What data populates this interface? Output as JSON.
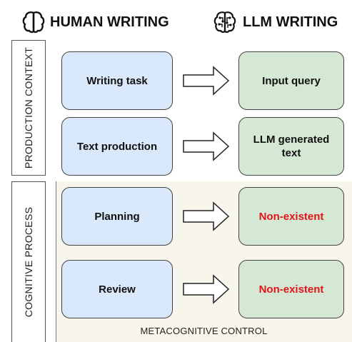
{
  "headers": {
    "human": {
      "label": "HUMAN WRITING",
      "icon": "brain-icon"
    },
    "llm": {
      "label": "LLM WRITING",
      "icon": "circuit-brain-icon"
    }
  },
  "sections": {
    "production": {
      "label": "PRODUCTION CONTEXT"
    },
    "cognitive": {
      "label": "COGNITIVE PROCESS"
    },
    "metacognitive": {
      "label": "METACOGNITIVE CONTROL"
    }
  },
  "rows": [
    {
      "human": "Writing task",
      "llm": "Input query",
      "llm_missing": false
    },
    {
      "human": "Text production",
      "llm": "LLM generated text",
      "llm_missing": false
    },
    {
      "human": "Planning",
      "llm": "Non-existent",
      "llm_missing": true
    },
    {
      "human": "Review",
      "llm": "Non-existent",
      "llm_missing": true
    }
  ],
  "colors": {
    "human_box": "#dae8fc",
    "llm_box": "#d5e8d4",
    "missing_text": "#e0151b",
    "metacognitive_bg": "#f7f5ec"
  }
}
